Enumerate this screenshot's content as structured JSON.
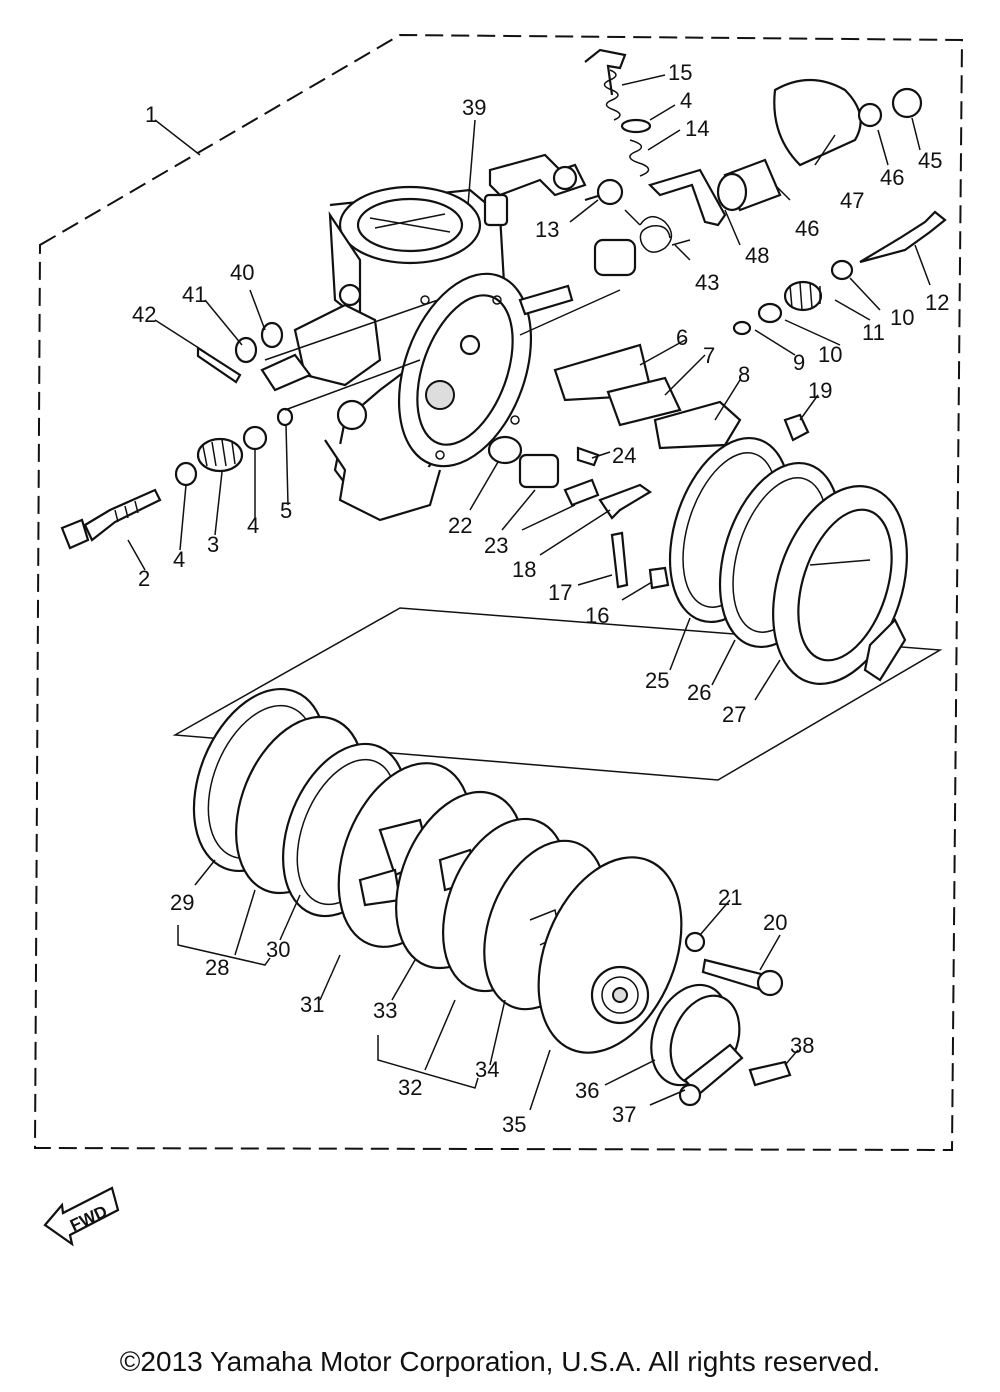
{
  "copyright": "©2013 Yamaha Motor Corporation, U.S.A. All rights reserved.",
  "fwd_label": "FWD",
  "part_labels": {
    "p1": "1",
    "p2": "2",
    "p3": "3",
    "p4a": "4",
    "p4b": "4",
    "p4c": "4",
    "p5": "5",
    "p6": "6",
    "p7": "7",
    "p8": "8",
    "p9": "9",
    "p10a": "10",
    "p10b": "10",
    "p11": "11",
    "p12": "12",
    "p13": "13",
    "p14": "14",
    "p15": "15",
    "p16": "16",
    "p17": "17",
    "p18": "18",
    "p19": "19",
    "p20": "20",
    "p21": "21",
    "p22": "22",
    "p23": "23",
    "p24": "24",
    "p25": "25",
    "p26": "26",
    "p27": "27",
    "p28": "28",
    "p29": "29",
    "p30": "30",
    "p31": "31",
    "p32": "32",
    "p33": "33",
    "p34": "34",
    "p35": "35",
    "p36": "36",
    "p37": "37",
    "p38": "38",
    "p39": "39",
    "p40": "40",
    "p41": "41",
    "p42": "42",
    "p43": "43",
    "p45": "45",
    "p46a": "46",
    "p46b": "46",
    "p47": "47",
    "p48": "48"
  }
}
